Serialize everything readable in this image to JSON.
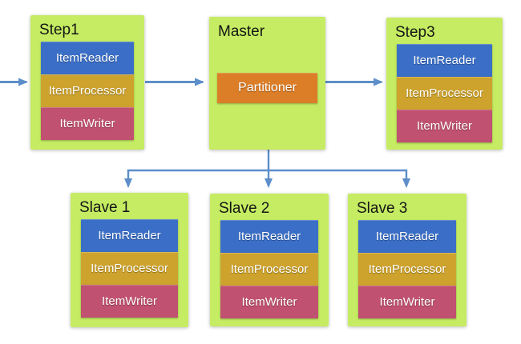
{
  "diagram": {
    "type": "flow-diagram",
    "description": "Batch partitioning architecture diagram",
    "colors": {
      "node_fill": "#c5ec62",
      "item_reader": "#3b6fc7",
      "item_processor": "#cda32e",
      "item_writer": "#c05170",
      "partitioner": "#dc7e28",
      "arrow": "#5e8ec9",
      "title_text": "#151515",
      "component_text": "#ffffff"
    },
    "nodes": {
      "step1": {
        "title": "Step1",
        "components": [
          "ItemReader",
          "ItemProcessor",
          "ItemWriter"
        ]
      },
      "master": {
        "title": "Master",
        "components": [
          "Partitioner"
        ]
      },
      "step3": {
        "title": "Step3",
        "components": [
          "ItemReader",
          "ItemProcessor",
          "ItemWriter"
        ]
      },
      "slave1": {
        "title": "Slave 1",
        "components": [
          "ItemReader",
          "ItemProcessor",
          "ItemWriter"
        ]
      },
      "slave2": {
        "title": "Slave 2",
        "components": [
          "ItemReader",
          "ItemProcessor",
          "ItemWriter"
        ]
      },
      "slave3": {
        "title": "Slave 3",
        "components": [
          "ItemReader",
          "ItemProcessor",
          "ItemWriter"
        ]
      }
    },
    "connections": [
      {
        "from": "external",
        "to": "step1"
      },
      {
        "from": "step1",
        "to": "master"
      },
      {
        "from": "master",
        "to": "step3"
      },
      {
        "from": "master",
        "to": "slave1"
      },
      {
        "from": "master",
        "to": "slave2"
      },
      {
        "from": "master",
        "to": "slave3"
      }
    ]
  }
}
